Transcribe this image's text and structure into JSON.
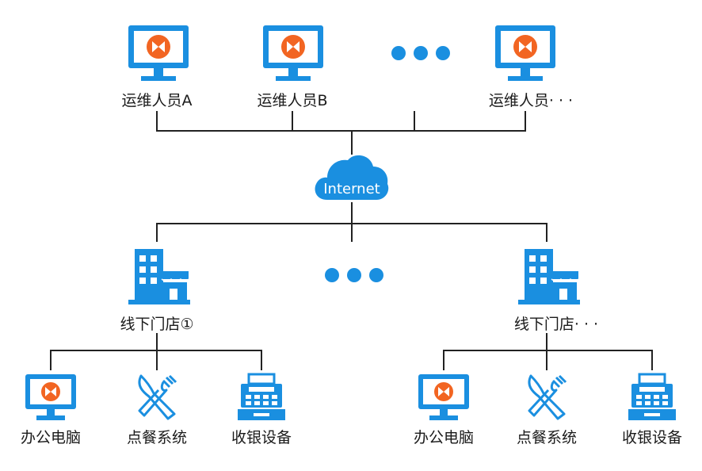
{
  "operators": [
    {
      "label": "运维人员A"
    },
    {
      "label": "运维人员B"
    },
    {
      "label": "运维人员· · ·"
    }
  ],
  "internet": {
    "label": "Internet"
  },
  "stores": [
    {
      "label": "线下门店①",
      "devices": [
        {
          "label": "办公电脑",
          "icon": "monitor-icon"
        },
        {
          "label": "点餐系统",
          "icon": "fork-knife-icon"
        },
        {
          "label": "收银设备",
          "icon": "cash-register-icon"
        }
      ]
    },
    {
      "label": "线下门店· · ·",
      "devices": [
        {
          "label": "办公电脑",
          "icon": "monitor-icon"
        },
        {
          "label": "点餐系统",
          "icon": "fork-knife-icon"
        },
        {
          "label": "收银设备",
          "icon": "cash-register-icon"
        }
      ]
    }
  ],
  "colors": {
    "primary": "#1a8fe0",
    "accent_orange": "#f26522",
    "line": "#222222"
  }
}
